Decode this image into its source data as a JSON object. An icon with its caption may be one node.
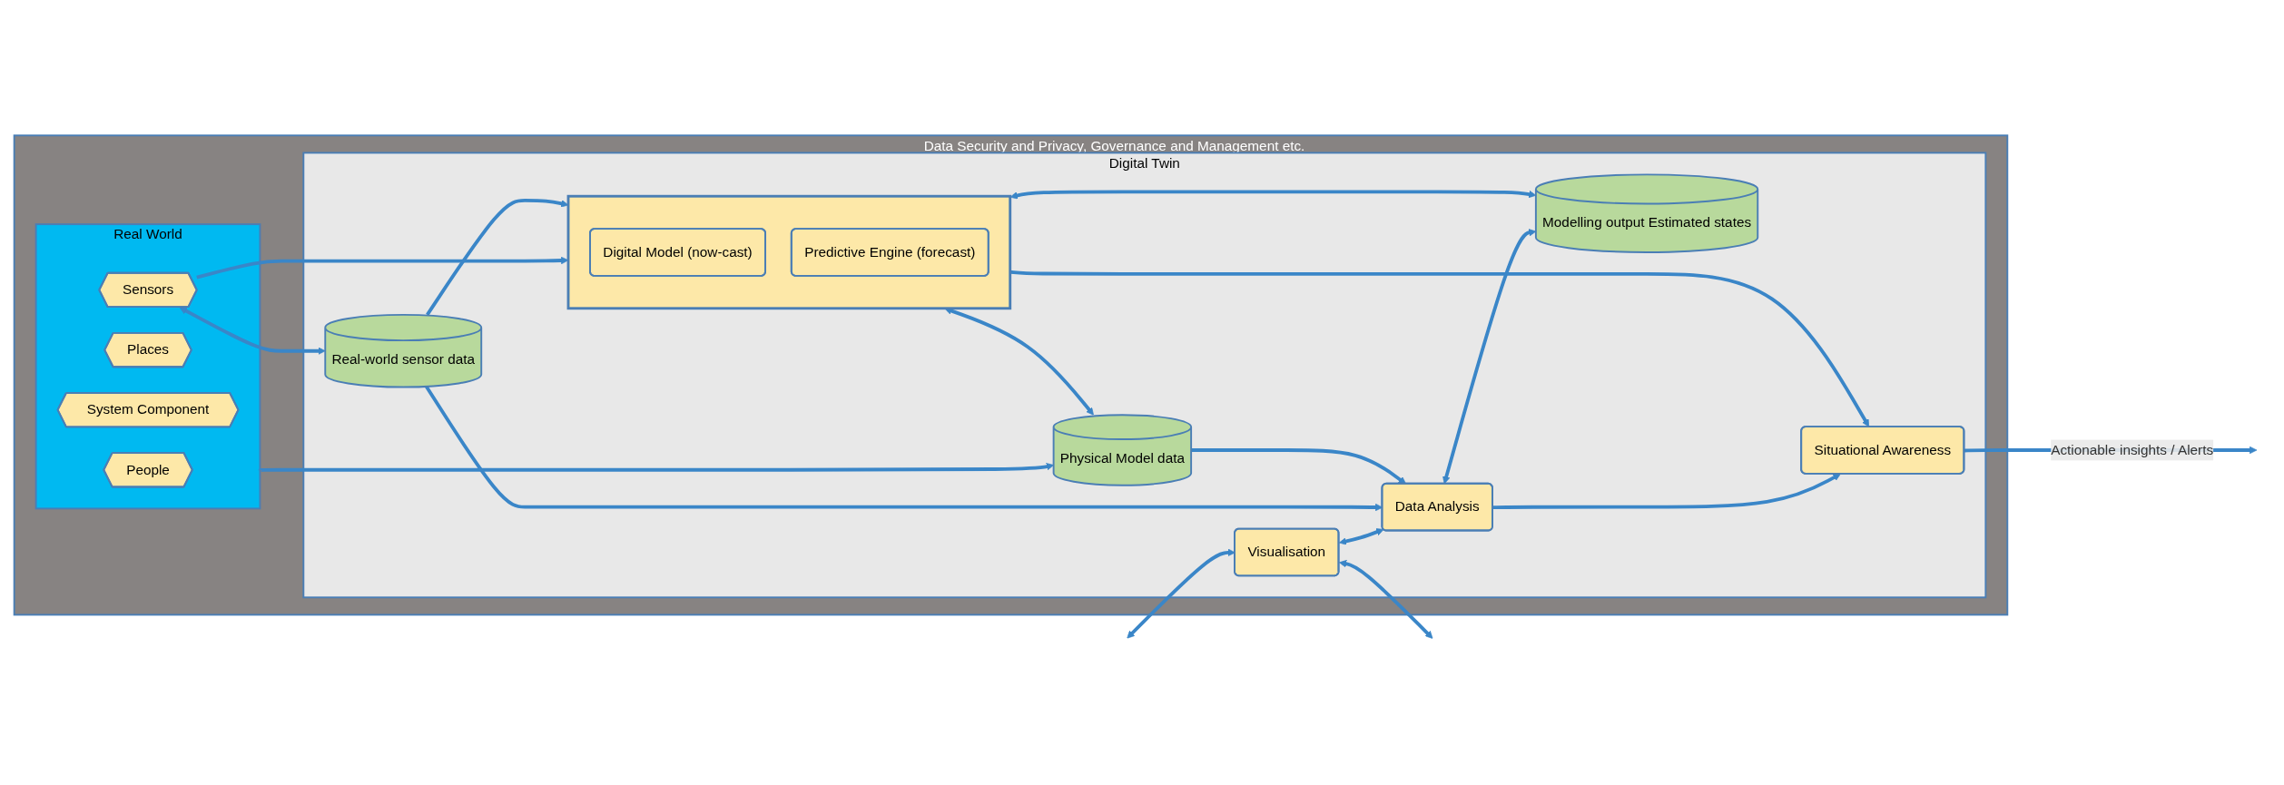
{
  "diagram": {
    "nodes": [
      {
        "text": [
          "Data Security and Privacy, Governance and Management etc."
        ]
      },
      {
        "text": [
          "Real World"
        ],
        "in": 0
      },
      {
        "text": [
          "People"
        ],
        "in": 1
      },
      {
        "text": [
          "Places"
        ],
        "in": 1
      },
      {
        "text": [
          "System Component"
        ],
        "in": 1
      },
      {
        "text": [
          "Sensors"
        ],
        "in": 1
      },
      {
        "text": [
          "Digital Twin"
        ],
        "in": 0
      },
      {
        "text": [
          "Situational Awareness"
        ],
        "in": 6
      },
      {
        "text": [
          "Visualisation"
        ],
        "in": 6
      },
      {
        "text": [],
        "shape": "box",
        "in": 6
      },
      {
        "text": [
          "Digital Model (now-cast)"
        ],
        "in": 9
      },
      {
        "text": [
          "Predictive Engine (forecast)"
        ],
        "in": 9
      },
      {
        "text": [
          "Data Analysis"
        ],
        "in": 6
      },
      {
        "text": [
          "Real-world sensor data"
        ],
        "in": 6
      },
      {
        "text": [
          "Physical Model data"
        ],
        "in": 6
      },
      {
        "text": [
          "Modelling output Estimated states"
        ],
        "in": 6
      }
    ],
    "edges": [
      {
        "from": 5,
        "to": 9,
        "arrow": "to"
      },
      {
        "from": 13,
        "to": 9,
        "arrow": "to"
      },
      {
        "from": 5,
        "to": 13,
        "arrow": "both"
      },
      {
        "from": 1,
        "to": 14,
        "arrow": "to"
      },
      {
        "from": 9,
        "to": 7,
        "arrow": "to"
      },
      {
        "from": 7,
        "to": null,
        "arrow": "to",
        "label": "Actionable insights / Alerts"
      },
      {
        "from": 8,
        "to": null,
        "arrow": "both"
      },
      {
        "from": null,
        "to": 8,
        "arrow": "both"
      },
      {
        "from": 12,
        "to": 7,
        "arrow": "to"
      },
      {
        "from": 8,
        "to": 12,
        "arrow": "both"
      },
      {
        "from": 9,
        "to": 15,
        "arrow": "both"
      },
      {
        "from": 13,
        "to": 12,
        "arrow": "to"
      },
      {
        "from": 14,
        "to": 12,
        "arrow": "to"
      },
      {
        "from": 9,
        "to": 14,
        "arrow": "both"
      },
      {
        "from": 12,
        "to": 15,
        "arrow": "both"
      }
    ]
  }
}
